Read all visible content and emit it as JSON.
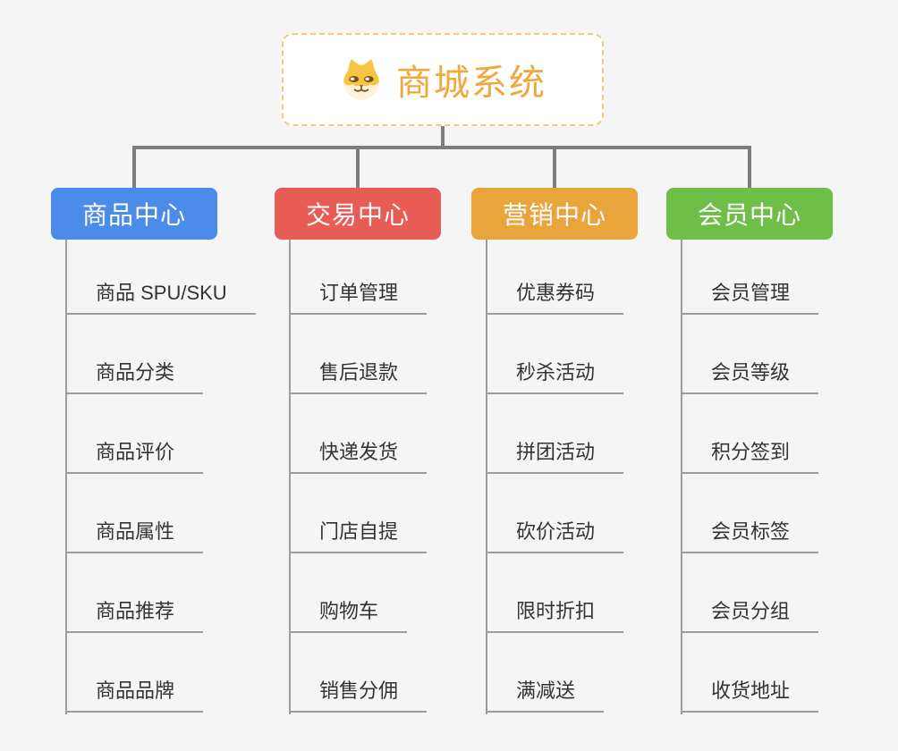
{
  "diagram": {
    "type": "mindmap-org-tree",
    "background": "#f5f5f5",
    "root": {
      "title": "商城系统",
      "icon": "dog-face-icon",
      "title_color": "#f0a73c",
      "border_color": "#f3c878",
      "fill": "#ffffff"
    },
    "connector_colors": {
      "main": "#7d7d7d",
      "leaf": "#9d9d9d"
    },
    "branches": [
      {
        "label": "商品中心",
        "color": "#4b8ceb",
        "children": [
          "商品 SPU/SKU",
          "商品分类",
          "商品评价",
          "商品属性",
          "商品推荐",
          "商品品牌"
        ]
      },
      {
        "label": "交易中心",
        "color": "#e95b55",
        "children": [
          "订单管理",
          "售后退款",
          "快递发货",
          "门店自提",
          "购物车",
          "销售分佣"
        ]
      },
      {
        "label": "营销中心",
        "color": "#e9a43c",
        "children": [
          "优惠券码",
          "秒杀活动",
          "拼团活动",
          "砍价活动",
          "限时折扣",
          "满减送"
        ]
      },
      {
        "label": "会员中心",
        "color": "#6fbe47",
        "children": [
          "会员管理",
          "会员等级",
          "积分签到",
          "会员标签",
          "会员分组",
          "收货地址"
        ]
      }
    ]
  }
}
